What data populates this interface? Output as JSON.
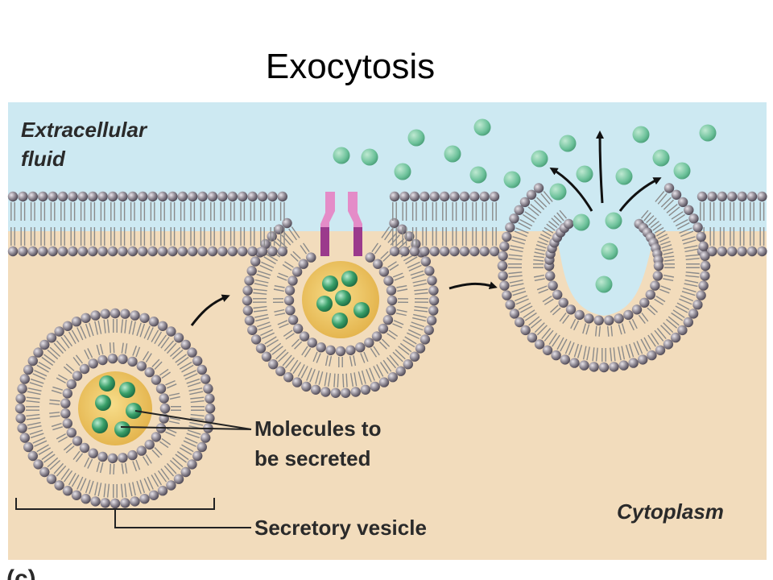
{
  "title": "Exocytosis",
  "labels": {
    "extracellular_line1": "Extracellular",
    "extracellular_line2": "fluid",
    "cytoplasm": "Cytoplasm",
    "molecules_line1": "Molecules to",
    "molecules_line2": "be secreted",
    "secretory_vesicle": "Secretory vesicle",
    "panel_letter": "(c)"
  },
  "colors": {
    "extracellular": "#cde9f2",
    "cytoplasm": "#f2dcbc",
    "lipid_head": "#8e8892",
    "lipid_tail": "#8a8a8a",
    "vesicle_core": "#f0c860",
    "molecule": "#3aa06a",
    "protein": "#b8419a",
    "arrow": "#111111"
  }
}
